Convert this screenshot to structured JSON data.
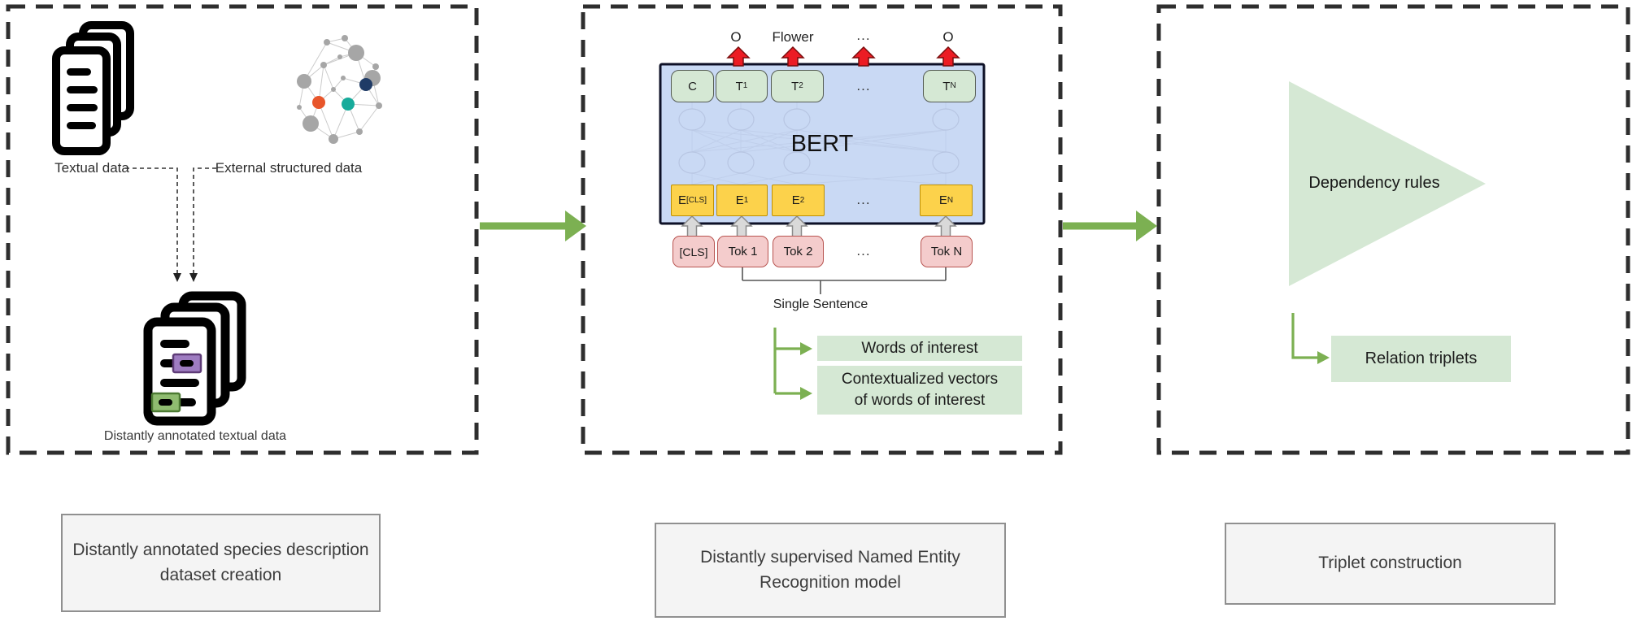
{
  "colors": {
    "dashed_border": "#2e2e2e",
    "flow_arrow_green": "#7cb052",
    "light_green_fill": "#d5e8d4",
    "bert_blue_fill": "#c9d9f4",
    "embedding_yellow_fill": "#fcd24b",
    "embedding_yellow_border": "#bf9000",
    "token_pink_fill": "#f4cccc",
    "token_pink_border": "#b85450",
    "output_arrow_red": "#ec1c24",
    "caption_box_fill": "#f4f4f4",
    "highlight_purple": "#9e7cc1",
    "highlight_green": "#8fbc70",
    "graph_node_orange": "#e8562b",
    "graph_node_teal": "#17ab9b",
    "graph_node_navy": "#1f3b66",
    "graph_node_gray": "#a6a6a6"
  },
  "stage1": {
    "textual_data_label": "Textual data",
    "external_data_label": "External structured data",
    "annotated_caption": "Distantly annotated textual data",
    "caption": "Distantly annotated species description\ndataset creation"
  },
  "stage2": {
    "output_labels": [
      "O",
      "Flower",
      "...",
      "O"
    ],
    "dots": "...",
    "bert_title": "BERT",
    "t_boxes": [
      {
        "main": "C",
        "sub": ""
      },
      {
        "main": "T",
        "sub": "1"
      },
      {
        "main": "T",
        "sub": "2"
      },
      {
        "main": "T",
        "sub": "N"
      }
    ],
    "e_boxes": [
      {
        "main": "E",
        "sub": "[CLS]"
      },
      {
        "main": "E",
        "sub": "1"
      },
      {
        "main": "E",
        "sub": "2"
      },
      {
        "main": "E",
        "sub": "N"
      }
    ],
    "tokens": [
      "[CLS]",
      "Tok 1",
      "Tok 2",
      "Tok N"
    ],
    "sentence_label": "Single Sentence",
    "words_box": "Words of interest",
    "vectors_box": "Contextualized vectors\nof words of interest",
    "caption": "Distantly supervised Named Entity\nRecognition model"
  },
  "stage3": {
    "triangle_label": "Dependency rules",
    "relation_box": "Relation triplets",
    "caption": "Triplet construction"
  }
}
